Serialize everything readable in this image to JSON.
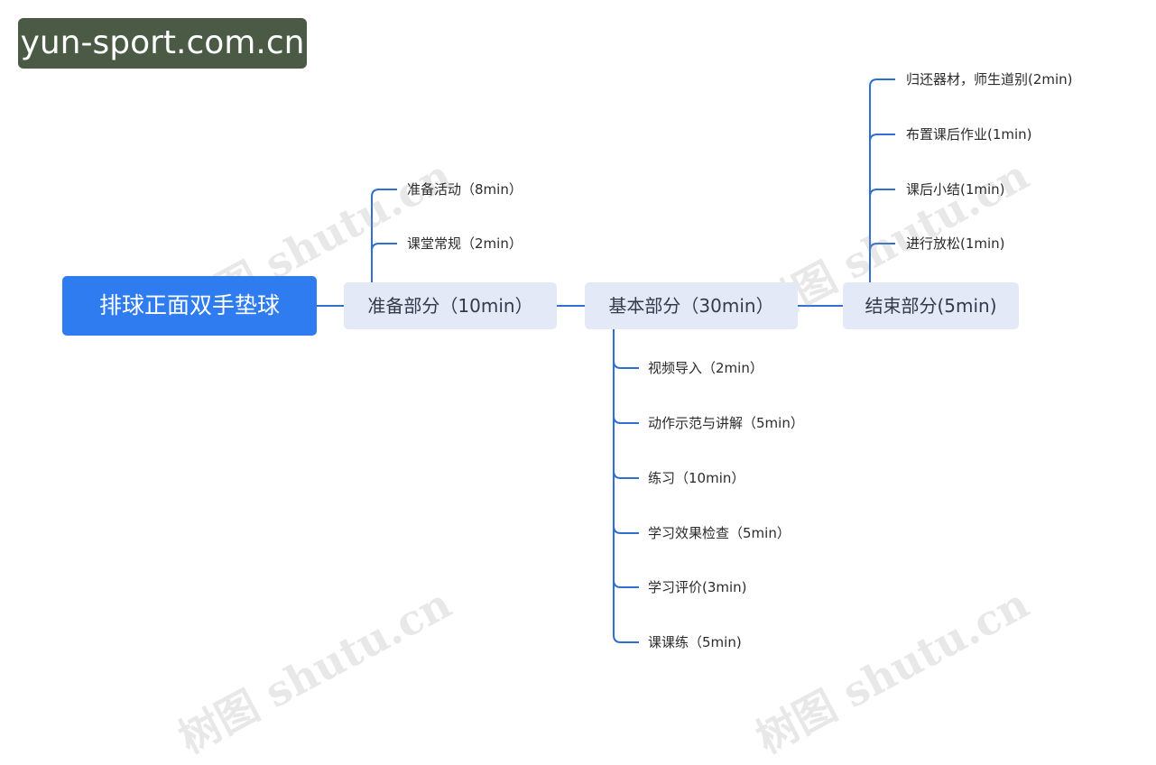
{
  "site_tag": "yun-sport.com.cn",
  "watermark": "树图 shutu.cn",
  "accent": "#2e7cf0",
  "line_color": "#2f6fd2",
  "root": {
    "label": "排球正面双手垫球"
  },
  "branches": [
    {
      "label": "准备部分（10min）",
      "children": [
        "准备活动（8min）",
        "课堂常规（2min）"
      ]
    },
    {
      "label": "基本部分（30min）",
      "children": [
        "视频导入（2min）",
        "动作示范与讲解（5min）",
        "练习（10min）",
        "学习效果检查（5min）",
        "学习评价(3min)",
        "课课练（5min)"
      ]
    },
    {
      "label": "结束部分(5min)",
      "children": [
        "归还器材，师生道别(2min)",
        "布置课后作业(1min)",
        "课后小结(1min)",
        "进行放松(1min)"
      ]
    }
  ]
}
